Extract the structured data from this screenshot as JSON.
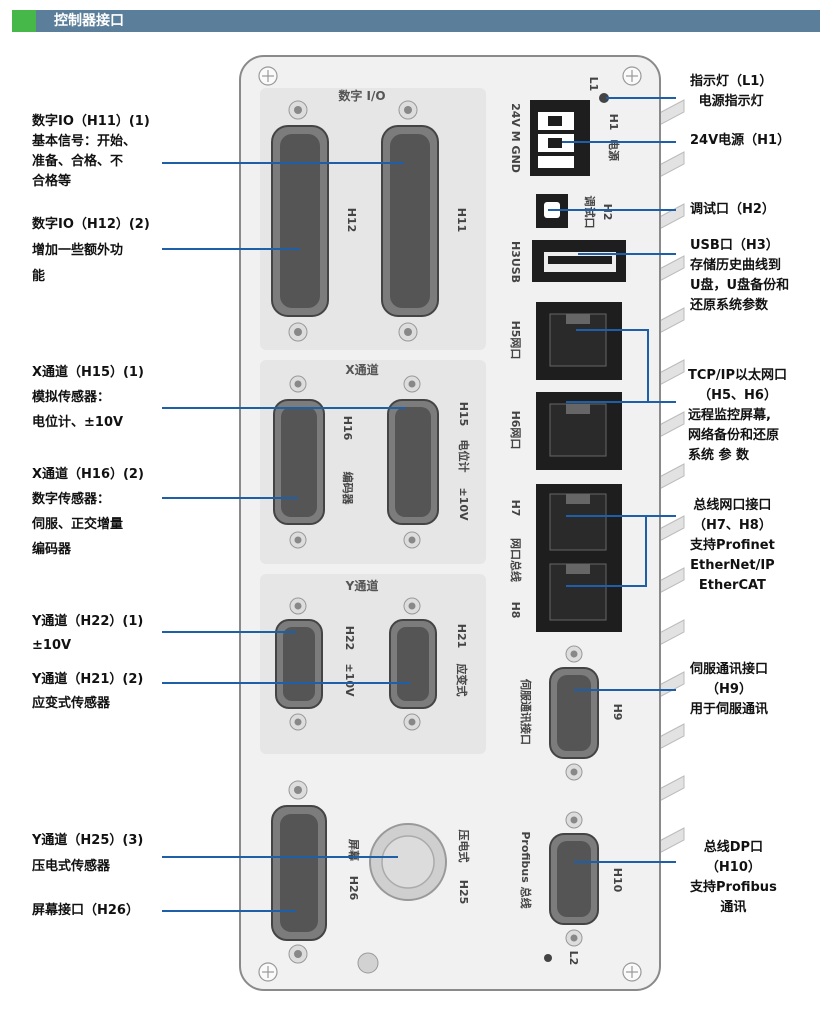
{
  "header": {
    "title": "控制器接口"
  },
  "colors": {
    "header_bar": "#5b7f9a",
    "header_tab": "#46b84a",
    "leader_line": "#1f5fa8",
    "panel": "#f1f1f1"
  },
  "left_labels": [
    {
      "id": "h11",
      "lines": [
        "数字IO（H11）(1)",
        "基本信号：开始、",
        "准备、合格、不",
        "合格等"
      ]
    },
    {
      "id": "h12",
      "lines": [
        "数字IO（H12）(2)",
        "增加一些额外功",
        "能"
      ]
    },
    {
      "id": "h15",
      "lines": [
        "X通道（H15）(1)",
        "模拟传感器：",
        "电位计、±10V"
      ]
    },
    {
      "id": "h16",
      "lines": [
        "X通道（H16）(2)",
        "数字传感器：",
        "伺服、正交增量",
        "编码器"
      ]
    },
    {
      "id": "h22",
      "lines": [
        "Y通道（H22）(1)",
        "±10V"
      ]
    },
    {
      "id": "h21",
      "lines": [
        "Y通道（H21）(2)",
        "应变式传感器"
      ]
    },
    {
      "id": "h25",
      "lines": [
        "Y通道（H25）(3)",
        "压电式传感器"
      ]
    },
    {
      "id": "h26",
      "lines": [
        "屏幕接口（H26）"
      ]
    }
  ],
  "right_labels": [
    {
      "id": "l1",
      "lines": [
        "指示灯（L1）",
        "电源指示灯"
      ]
    },
    {
      "id": "h1",
      "lines": [
        "24V电源（H1）"
      ]
    },
    {
      "id": "h2",
      "lines": [
        "调试口（H2）"
      ]
    },
    {
      "id": "h3",
      "lines": [
        "USB口（H3）",
        "存储历史曲线到",
        "U盘，U盘备份和",
        "还原系统参数"
      ]
    },
    {
      "id": "h56",
      "lines": [
        "TCP/IP以太网口",
        "（H5、H6）",
        "远程监控屏幕,",
        "网络备份和还原",
        "系统 参 数"
      ]
    },
    {
      "id": "h78",
      "lines": [
        "总线网口接口",
        "（H7、H8）",
        "支持Profinet",
        "EtherNet/IP",
        "EtherCAT"
      ]
    },
    {
      "id": "h9",
      "lines": [
        "伺服通讯接口",
        "（H9）",
        "用于伺服通讯"
      ]
    },
    {
      "id": "h10",
      "lines": [
        "总线DP口",
        "（H10）",
        "支持Profibus",
        "通讯"
      ]
    }
  ],
  "panel": {
    "group_digital": "数字 I/O",
    "group_x": "X通道",
    "group_y": "Y通道",
    "h12": "H12",
    "h11": "H11",
    "h16": "H16",
    "h16_sub": "编码器",
    "h15": "H15",
    "h15_sub": "电位计",
    "h15_sub2": "±10V",
    "h22": "H22",
    "h22_sub": "±10V",
    "h21": "H21",
    "h21_sub": "应变式",
    "screen": "屏幕",
    "h26": "H26",
    "h25_sub": "压电式",
    "h25": "H25",
    "l1": "L1",
    "l2": "L2",
    "power_pins": "24V  M  GND",
    "h1": "H1",
    "h1_sub": "电源",
    "h2": "H2",
    "h2_sub": "调试口",
    "h3": "H3USB",
    "h5": "H5网口",
    "h6": "H6网口",
    "h7": "H7",
    "h7_sub": "网口总线",
    "h8": "H8",
    "h9_sub": "伺服通讯接口",
    "h9": "H9",
    "profibus": "Profibus 总线",
    "h10": "H10"
  }
}
